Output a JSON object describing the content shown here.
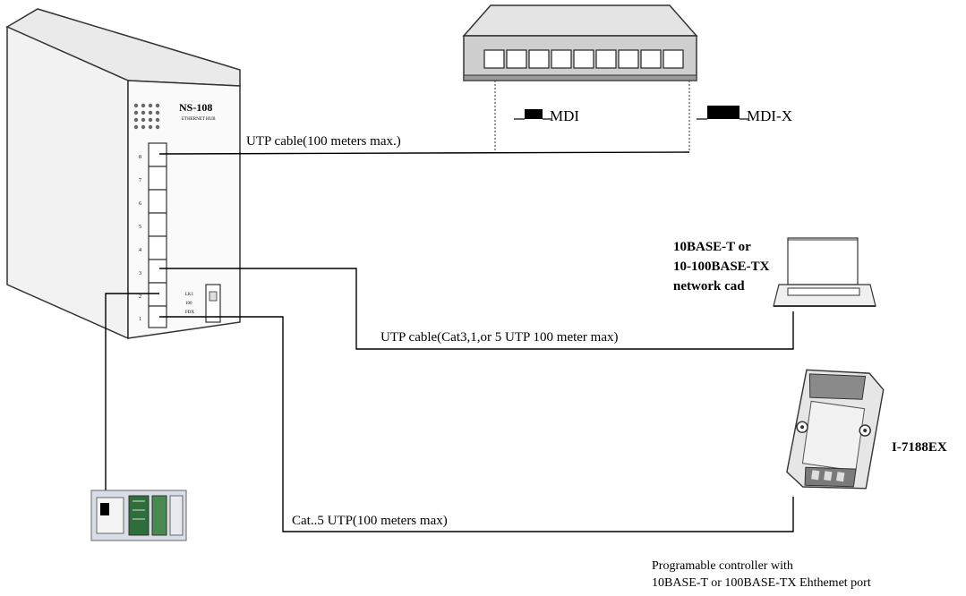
{
  "switch": {
    "model": "NS-108",
    "subtitle": "ETHERNET HUB",
    "port_numbers": [
      "8",
      "7",
      "6",
      "5",
      "4",
      "3",
      "2",
      "1"
    ],
    "small_labels": [
      "LK1",
      "100",
      "FDX"
    ]
  },
  "hub": {
    "mdi_label": "MDI",
    "mdix_label": "MDI-X"
  },
  "cables": {
    "top": "UTP cable(100 meters max.)",
    "middle": "UTP cable(Cat3,1,or 5 UTP 100 meter max)",
    "bottom": "Cat..5 UTP(100 meters max)"
  },
  "pc": {
    "line1": "10BASE-T or",
    "line2": "10-100BASE-TX",
    "line3": "network cad"
  },
  "module": {
    "label": "I-7188EX"
  },
  "controller": {
    "line1": "Programable controller with",
    "line2": "10BASE-T or 100BASE-TX Ehthemet port"
  }
}
